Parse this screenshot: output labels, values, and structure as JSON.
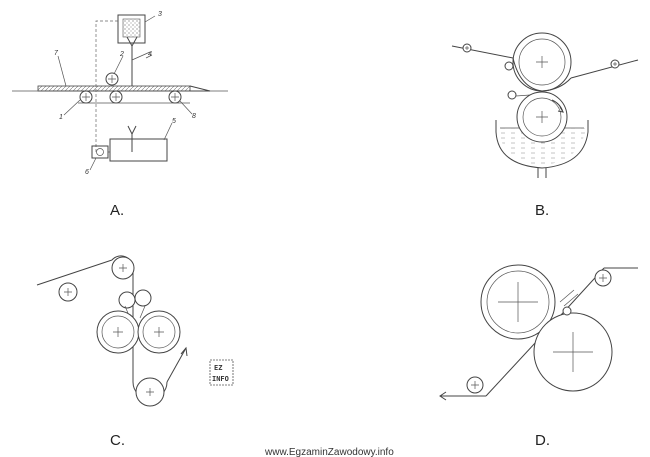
{
  "panels": {
    "a": {
      "caption": "A.",
      "labels": [
        "1",
        "2",
        "3",
        "4",
        "5",
        "6",
        "7",
        "8"
      ]
    },
    "b": {
      "caption": "B."
    },
    "c": {
      "caption": "C."
    },
    "d": {
      "caption": "D."
    }
  },
  "logo": {
    "line1": "EZ",
    "line2": "INFO"
  },
  "footer": {
    "site": "www.EgzaminZawodowy.info"
  }
}
